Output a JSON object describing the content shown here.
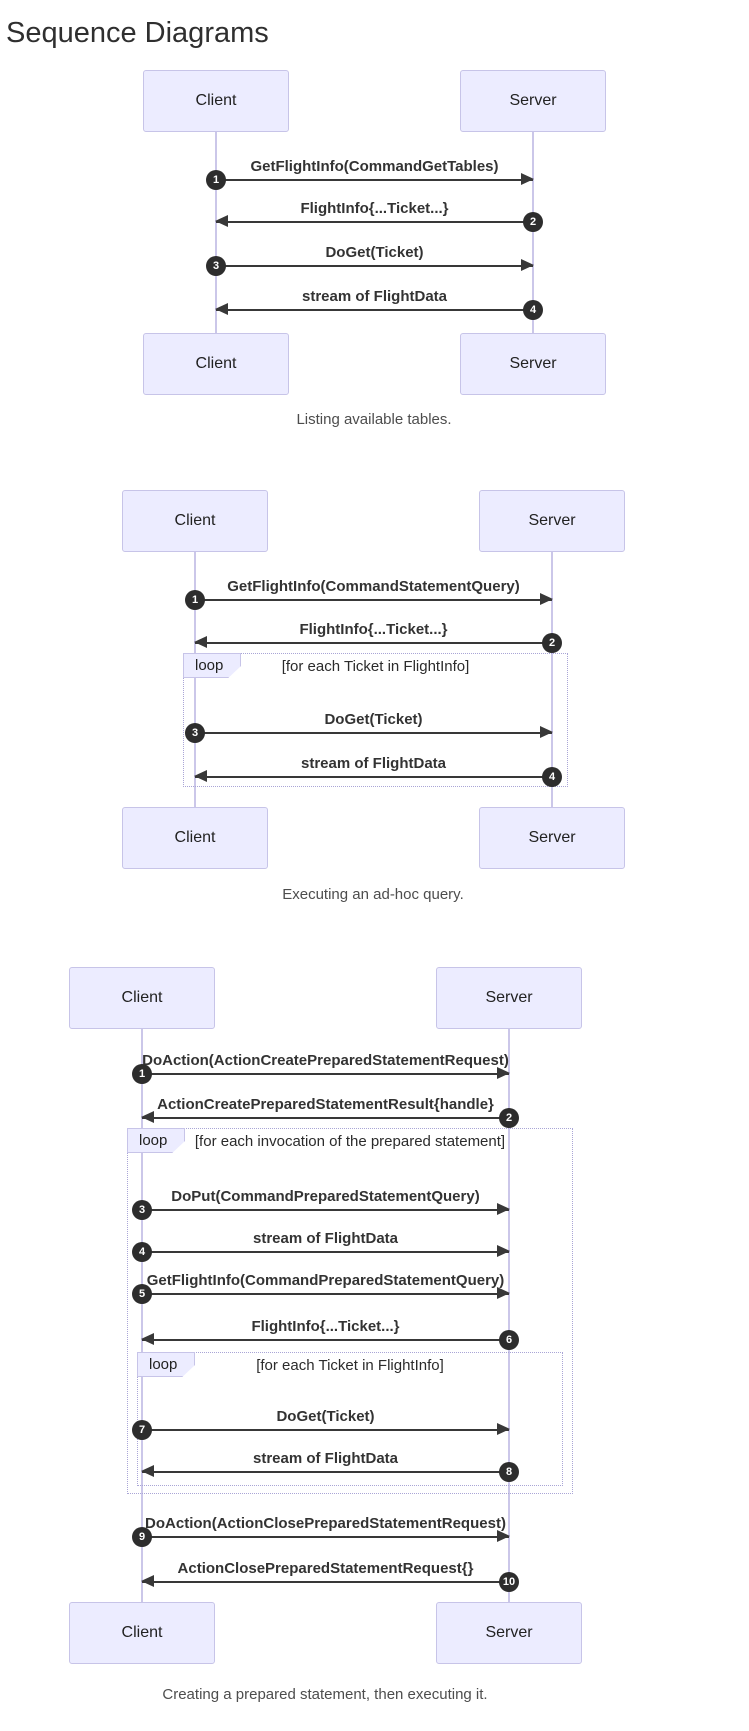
{
  "page": {
    "title": "Sequence Diagrams"
  },
  "colors": {
    "actor_fill": "#ECECFF",
    "actor_border": "#C7C4E8",
    "lifeline": "#CBC7E9",
    "arrow": "#383838",
    "badge_fill": "#2D2D2D",
    "badge_text": "#FFFFFF",
    "loop_border": "#A9A5D6",
    "loop_tag_fill": "#ECECFF",
    "caption_text": "#4D4D4D"
  },
  "diagrams": [
    {
      "caption": "Listing available tables.",
      "actors": {
        "left": "Client",
        "right": "Server"
      },
      "loops": [],
      "messages": [
        {
          "n": "1",
          "label": "GetFlightInfo(CommandGetTables)",
          "from": "Client",
          "to": "Server"
        },
        {
          "n": "2",
          "label": "FlightInfo{...Ticket...}",
          "from": "Server",
          "to": "Client"
        },
        {
          "n": "3",
          "label": "DoGet(Ticket)",
          "from": "Client",
          "to": "Server"
        },
        {
          "n": "4",
          "label": "stream of FlightData",
          "from": "Server",
          "to": "Client"
        }
      ]
    },
    {
      "caption": "Executing an ad-hoc query.",
      "actors": {
        "left": "Client",
        "right": "Server"
      },
      "loops": [
        {
          "label": "loop",
          "condition": "[for each Ticket in FlightInfo]"
        }
      ],
      "messages": [
        {
          "n": "1",
          "label": "GetFlightInfo(CommandStatementQuery)",
          "from": "Client",
          "to": "Server"
        },
        {
          "n": "2",
          "label": "FlightInfo{...Ticket...}",
          "from": "Server",
          "to": "Client"
        },
        {
          "n": "3",
          "label": "DoGet(Ticket)",
          "from": "Client",
          "to": "Server"
        },
        {
          "n": "4",
          "label": "stream of FlightData",
          "from": "Server",
          "to": "Client"
        }
      ]
    },
    {
      "caption": "Creating a prepared statement, then executing it.",
      "actors": {
        "left": "Client",
        "right": "Server"
      },
      "loops": [
        {
          "label": "loop",
          "condition": "[for each invocation of the prepared statement]"
        },
        {
          "label": "loop",
          "condition": "[for each Ticket in FlightInfo]"
        }
      ],
      "messages": [
        {
          "n": "1",
          "label": "DoAction(ActionCreatePreparedStatementRequest)",
          "from": "Client",
          "to": "Server"
        },
        {
          "n": "2",
          "label": "ActionCreatePreparedStatementResult{handle}",
          "from": "Server",
          "to": "Client"
        },
        {
          "n": "3",
          "label": "DoPut(CommandPreparedStatementQuery)",
          "from": "Client",
          "to": "Server"
        },
        {
          "n": "4",
          "label": "stream of FlightData",
          "from": "Client",
          "to": "Server"
        },
        {
          "n": "5",
          "label": "GetFlightInfo(CommandPreparedStatementQuery)",
          "from": "Client",
          "to": "Server"
        },
        {
          "n": "6",
          "label": "FlightInfo{...Ticket...}",
          "from": "Server",
          "to": "Client"
        },
        {
          "n": "7",
          "label": "DoGet(Ticket)",
          "from": "Client",
          "to": "Server"
        },
        {
          "n": "8",
          "label": "stream of FlightData",
          "from": "Server",
          "to": "Client"
        },
        {
          "n": "9",
          "label": "DoAction(ActionClosePreparedStatementRequest)",
          "from": "Client",
          "to": "Server"
        },
        {
          "n": "10",
          "label": "ActionClosePreparedStatementRequest{}",
          "from": "Server",
          "to": "Client"
        }
      ]
    }
  ]
}
